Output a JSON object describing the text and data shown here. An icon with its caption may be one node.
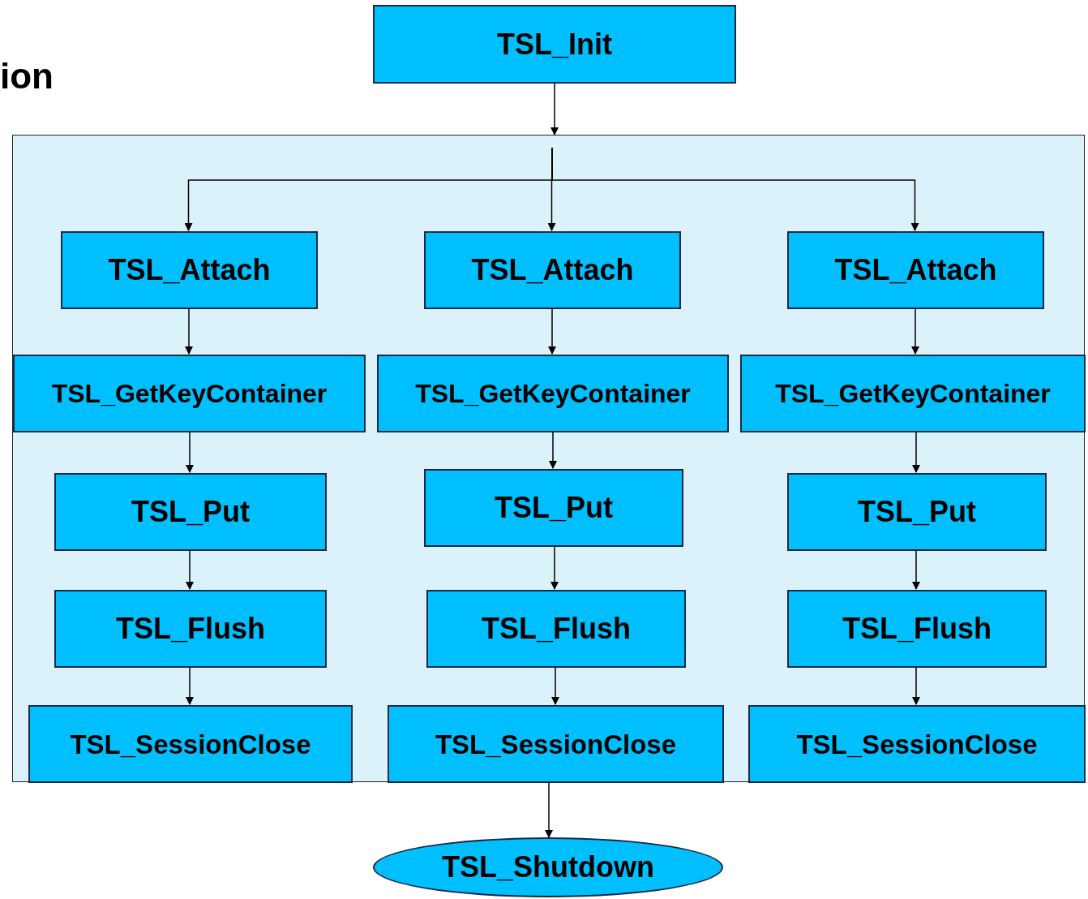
{
  "diagram": {
    "nodes": [
      {
        "text": [
          "TSL_Init"
        ]
      },
      {
        "text": [],
        "shape": "box"
      },
      {
        "text": [
          "TSL_Attach"
        ],
        "in": 1
      },
      {
        "text": [
          "TSL_Attach"
        ],
        "in": 1
      },
      {
        "text": [
          "TSL_Attach"
        ],
        "in": 1
      },
      {
        "text": [
          "TSL_GetKeyContainer"
        ],
        "in": 1
      },
      {
        "text": [
          "TSL_GetKeyContainer"
        ],
        "in": 1
      },
      {
        "text": [
          "TSL_GetKeyContainer"
        ],
        "in": 1
      },
      {
        "text": [
          "TSL_Put"
        ],
        "in": 1
      },
      {
        "text": [
          "TSL_Put"
        ],
        "in": 1
      },
      {
        "text": [
          "TSL_Put"
        ],
        "in": 1
      },
      {
        "text": [
          "TSL_Flush"
        ],
        "in": 1
      },
      {
        "text": [
          "TSL_Flush"
        ],
        "in": 1
      },
      {
        "text": [
          "TSL_Flush"
        ],
        "in": 1
      },
      {
        "text": [
          "TSL_SessionClose"
        ],
        "in": 1
      },
      {
        "text": [
          "TSL_SessionClose"
        ],
        "in": 1
      },
      {
        "text": [
          "TSL_SessionClose"
        ],
        "in": 1
      },
      {
        "text": [
          "TSL_Shutdown"
        ]
      }
    ],
    "edges": [
      {
        "from": 0,
        "to": 1,
        "arrow": "to"
      },
      {
        "from": null,
        "to": 2,
        "arrow": "to"
      },
      {
        "from": null,
        "to": 3,
        "arrow": "to"
      },
      {
        "from": null,
        "to": 4,
        "arrow": "to"
      },
      {
        "from": 2,
        "to": 5,
        "arrow": "to"
      },
      {
        "from": 3,
        "to": 6,
        "arrow": "to"
      },
      {
        "from": 4,
        "to": 7,
        "arrow": "to"
      },
      {
        "from": 5,
        "to": 8,
        "arrow": "to"
      },
      {
        "from": 6,
        "to": 9,
        "arrow": "to"
      },
      {
        "from": 7,
        "to": 10,
        "arrow": "to"
      },
      {
        "from": 8,
        "to": 11,
        "arrow": "to"
      },
      {
        "from": 9,
        "to": 12,
        "arrow": "to"
      },
      {
        "from": 10,
        "to": 13,
        "arrow": "to"
      },
      {
        "from": 11,
        "to": 14,
        "arrow": "to"
      },
      {
        "from": 12,
        "to": 15,
        "arrow": "to"
      },
      {
        "from": 13,
        "to": 16,
        "arrow": "to"
      },
      {
        "from": 15,
        "to": 17,
        "arrow": "to"
      }
    ],
    "labels": [
      "ion"
    ]
  }
}
